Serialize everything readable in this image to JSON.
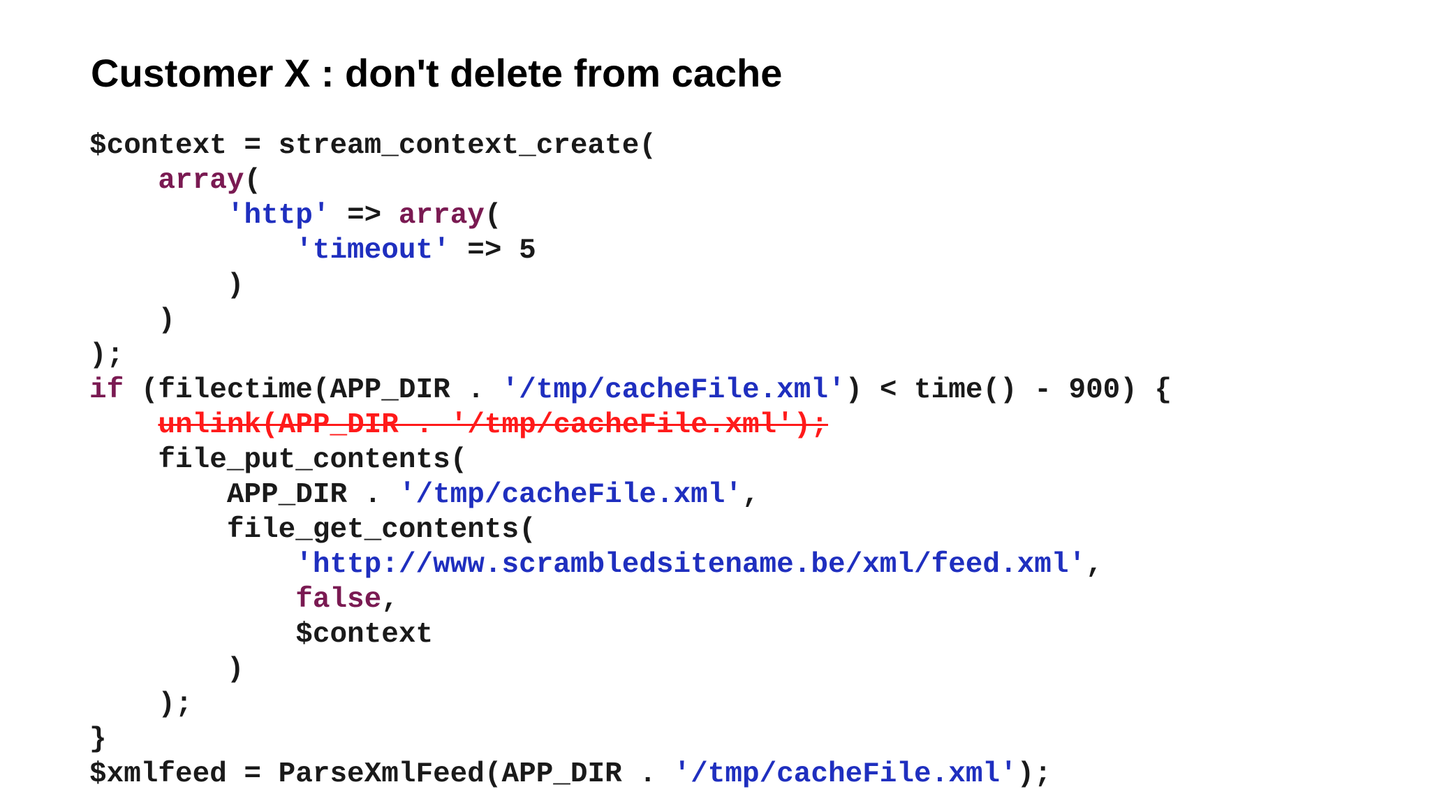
{
  "slide": {
    "title": "Customer X : don't delete from cache"
  },
  "colors": {
    "keyword": "#7a1a52",
    "string": "#1f2fbf",
    "removed": "#ff1a1a",
    "text": "#1a1a1a"
  },
  "code": {
    "lines": [
      [
        {
          "t": "$context = stream_context_create("
        }
      ],
      [
        {
          "t": "    "
        },
        {
          "t": "array",
          "c": "kw"
        },
        {
          "t": "("
        }
      ],
      [
        {
          "t": "        "
        },
        {
          "t": "'http'",
          "c": "str"
        },
        {
          "t": " => "
        },
        {
          "t": "array",
          "c": "kw"
        },
        {
          "t": "("
        }
      ],
      [
        {
          "t": "            "
        },
        {
          "t": "'timeout'",
          "c": "str"
        },
        {
          "t": " => 5"
        }
      ],
      [
        {
          "t": "        )"
        }
      ],
      [
        {
          "t": "    )"
        }
      ],
      [
        {
          "t": ");"
        }
      ],
      [
        {
          "t": "if",
          "c": "kw"
        },
        {
          "t": " (filectime(APP_DIR . "
        },
        {
          "t": "'/tmp/cacheFile.xml'",
          "c": "str"
        },
        {
          "t": ") < time() - 900) {"
        }
      ],
      [
        {
          "t": "    "
        },
        {
          "t": "unlink(APP_DIR . '/tmp/cacheFile.xml');",
          "c": "del"
        }
      ],
      [
        {
          "t": "    file_put_contents("
        }
      ],
      [
        {
          "t": "        APP_DIR . "
        },
        {
          "t": "'/tmp/cacheFile.xml'",
          "c": "str"
        },
        {
          "t": ","
        }
      ],
      [
        {
          "t": "        file_get_contents("
        }
      ],
      [
        {
          "t": "            "
        },
        {
          "t": "'http://www.scrambledsitename.be/xml/feed.xml'",
          "c": "str"
        },
        {
          "t": ","
        }
      ],
      [
        {
          "t": "            "
        },
        {
          "t": "false",
          "c": "kw"
        },
        {
          "t": ","
        }
      ],
      [
        {
          "t": "            $context"
        }
      ],
      [
        {
          "t": "        )"
        }
      ],
      [
        {
          "t": "    );"
        }
      ],
      [
        {
          "t": "}"
        }
      ],
      [
        {
          "t": "$xmlfeed = ParseXmlFeed(APP_DIR . "
        },
        {
          "t": "'/tmp/cacheFile.xml'",
          "c": "str"
        },
        {
          "t": ");"
        }
      ]
    ]
  }
}
